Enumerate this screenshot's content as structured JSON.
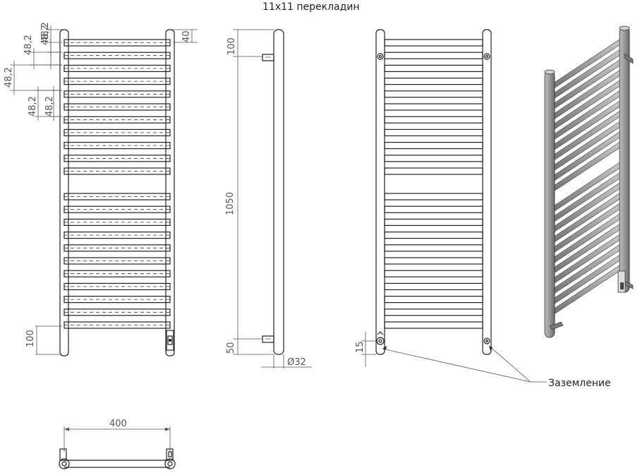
{
  "title": "11х11 перекладин",
  "front_view": {
    "spacings": [
      "48,2",
      "48,2",
      "48,2",
      "48,2",
      "48,2",
      "48,2"
    ],
    "top_offset": "40",
    "bottom_offset": "100",
    "width": "400"
  },
  "side_view": {
    "top": "100",
    "height": "1050",
    "bottom": "50",
    "diameter": "Ø32"
  },
  "back_view": {
    "offset": "15",
    "grounding_label": "Заземление"
  },
  "colors": {
    "line": "#222222",
    "dimension": "#555555",
    "shaded_body": "#8a8a8a"
  }
}
